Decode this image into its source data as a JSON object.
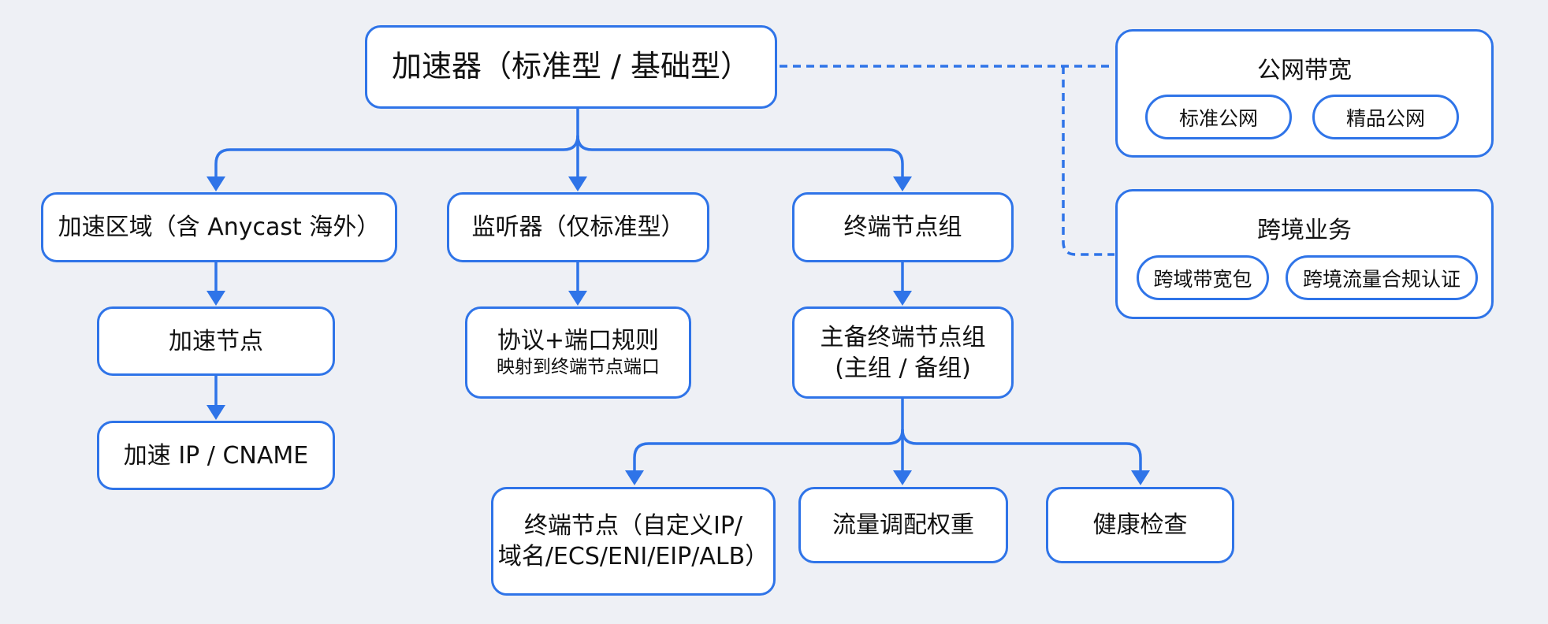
{
  "accelerator": {
    "label": "加速器（标准型 / 基础型）"
  },
  "branches": {
    "region": {
      "label": "加速区域（含 Anycast 海外）",
      "node": "加速节点",
      "ip": "加速 IP / CNAME"
    },
    "listener": {
      "label": "监听器（仅标准型）",
      "rule_line1": "协议+端口规则",
      "rule_line2": "映射到终端节点端口"
    },
    "endpoint_group": {
      "label": "终端节点组",
      "primary_line1": "主备终端节点组",
      "primary_line2": "(主组 / 备组)",
      "endpoint_line1": "终端节点（自定义IP/",
      "endpoint_line2": "域名/ECS/ENI/EIP/ALB）",
      "traffic_weight": "流量调配权重",
      "health_check": "健康检查"
    }
  },
  "bandwidth": {
    "title": "公网带宽",
    "items": [
      "标准公网",
      "精品公网"
    ]
  },
  "cross_border": {
    "title": "跨境业务",
    "items": [
      "跨域带宽包",
      "跨境流量合规认证"
    ]
  }
}
